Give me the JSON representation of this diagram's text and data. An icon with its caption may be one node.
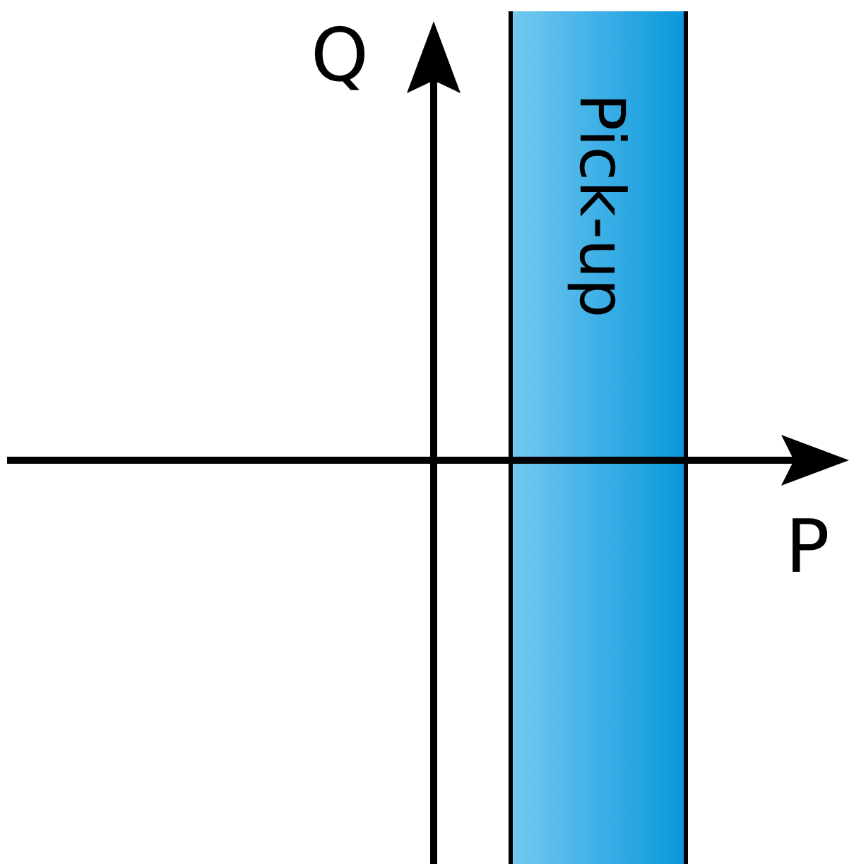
{
  "diagram": {
    "nodes": [
      {
        "text": [
          "Pick-up"
        ]
      }
    ],
    "labels": [
      "Q",
      "P"
    ]
  }
}
